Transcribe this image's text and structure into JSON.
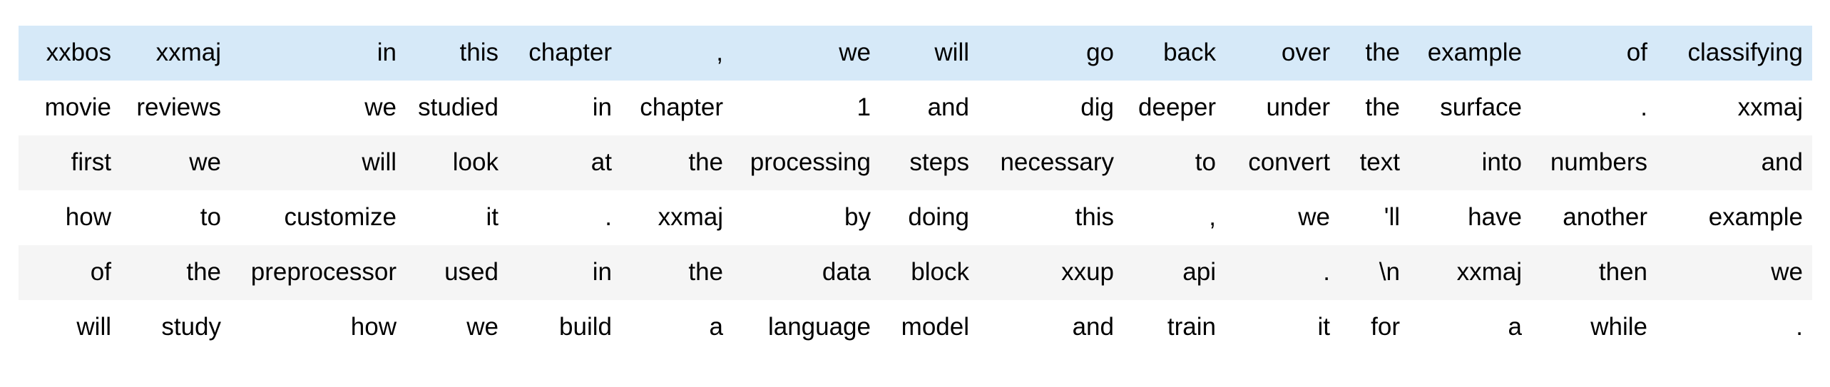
{
  "colors": {
    "page_bg": "#ffffff",
    "text": "#000000",
    "row_bg": "#ffffff",
    "stripe_row_bg": "#f5f5f5",
    "highlight_row_bg": "#d6e9f8"
  },
  "table": {
    "kind": "tokenized-text-grid",
    "highlighted_row_index": 0,
    "special_tokens_visible": [
      "xxbos",
      "xxmaj",
      "xxup",
      "\\n"
    ],
    "rows": [
      [
        "xxbos",
        "xxmaj",
        "in",
        "this",
        "chapter",
        ",",
        "we",
        "will",
        "go",
        "back",
        "over",
        "the",
        "example",
        "of",
        "classifying"
      ],
      [
        "movie",
        "reviews",
        "we",
        "studied",
        "in",
        "chapter",
        "1",
        "and",
        "dig",
        "deeper",
        "under",
        "the",
        "surface",
        ".",
        "xxmaj"
      ],
      [
        "first",
        "we",
        "will",
        "look",
        "at",
        "the",
        "processing",
        "steps",
        "necessary",
        "to",
        "convert",
        "text",
        "into",
        "numbers",
        "and"
      ],
      [
        "how",
        "to",
        "customize",
        "it",
        ".",
        "xxmaj",
        "by",
        "doing",
        "this",
        ",",
        "we",
        "'ll",
        "have",
        "another",
        "example"
      ],
      [
        "of",
        "the",
        "preprocessor",
        "used",
        "in",
        "the",
        "data",
        "block",
        "xxup",
        "api",
        ".",
        "\\n",
        "xxmaj",
        "then",
        "we"
      ],
      [
        "will",
        "study",
        "how",
        "we",
        "build",
        "a",
        "language",
        "model",
        "and",
        "train",
        "it",
        "for",
        "a",
        "while",
        "."
      ]
    ]
  }
}
